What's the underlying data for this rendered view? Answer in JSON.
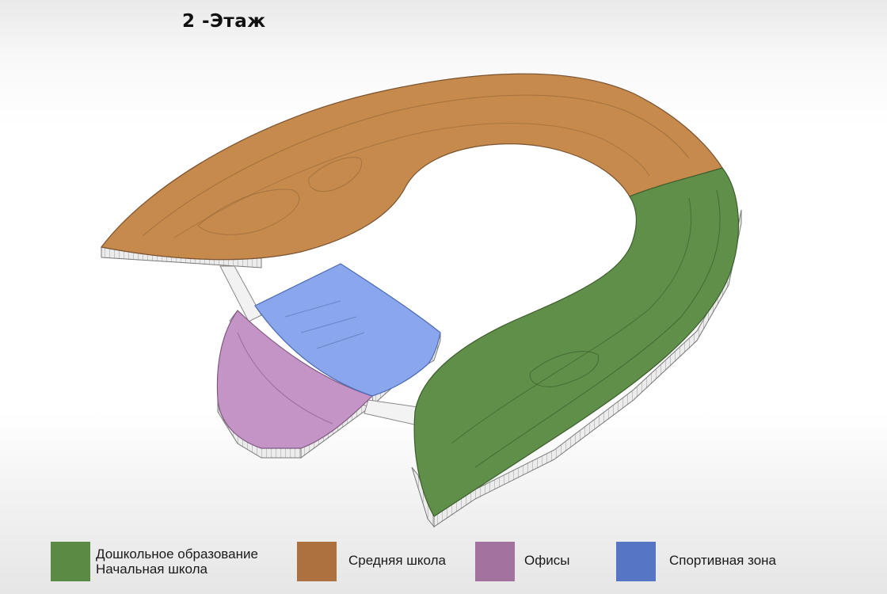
{
  "title": "2 -Этаж",
  "colors": {
    "green": "#5f8f48",
    "orange": "#c58a4c",
    "purple": "#c594c6",
    "blue": "#8aa6ec",
    "legend_green": "#5b8a45",
    "legend_orange": "#ad7140",
    "legend_purple": "#a4729f",
    "legend_blue": "#5676c5"
  },
  "legend": {
    "green_line1": "Дошкольное образование",
    "green_line2": "Начальная школа",
    "orange": "Средняя школа",
    "purple": "Офисы",
    "blue": "Спортивная зона"
  }
}
